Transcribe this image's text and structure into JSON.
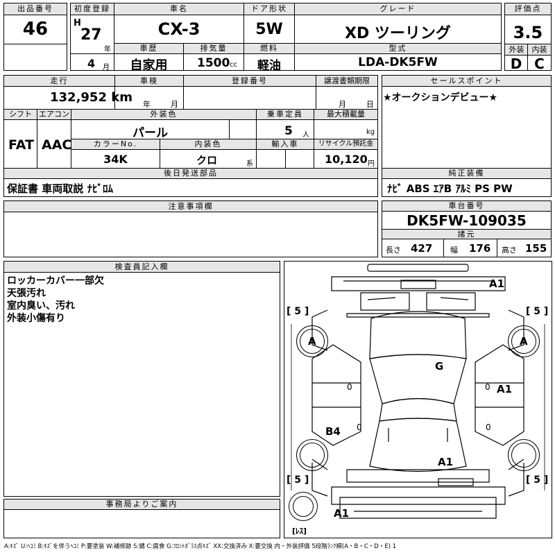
{
  "header": {
    "lot_label": "出品番号",
    "lot": "46",
    "reg_label": "初度登録",
    "era": "H",
    "year": "27",
    "year_unit": "年",
    "month": "4",
    "month_unit": "月",
    "name_label": "車名",
    "name": "CX-3",
    "door_label": "ドア形状",
    "door": "5W",
    "grade_label": "グレード",
    "grade": "XD ツーリング",
    "score_label": "評価点",
    "score": "3.5",
    "history_label": "車歴",
    "history": "自家用",
    "disp_label": "排気量",
    "disp": "1500",
    "disp_unit": "cc",
    "fuel_label": "燃料",
    "fuel": "軽油",
    "model_label": "型式",
    "model": "LDA-DK5FW",
    "ext_label": "外装",
    "ext": "D",
    "int_label": "内装",
    "int": "C"
  },
  "mid": {
    "mileage_label": "走行",
    "mileage": "132,952 km",
    "inspection_label": "車検",
    "insp_year": "年",
    "insp_month": "月",
    "plate_label": "登録番号",
    "deadline_label": "譲渡書類期限",
    "dl_month": "月",
    "dl_day": "日",
    "sales_label": "セールスポイント",
    "sales": "★オークションデビュー★",
    "shift_label": "シフト",
    "shift": "FAT",
    "ac_label": "エアコン",
    "ac": "AAC",
    "color_label": "外装色",
    "color": "パール",
    "cap_label": "乗車定員",
    "cap": "5",
    "cap_unit": "人",
    "load_label": "最大積載量",
    "load_unit": "kg",
    "colorno_label": "カラーNo.",
    "colorno": "34K",
    "intcolor_label": "内装色",
    "intcolor": "クロ",
    "intcolor_unit": "系",
    "import_label": "輸入車",
    "recycle_label": "リサイクル預託金",
    "recycle": "10,120",
    "recycle_unit": "円",
    "parts_label": "後日発送部品",
    "parts": "保証書 車両取説 ﾅﾋﾞﾛﾑ",
    "equip_label": "純正装備",
    "equip": "ﾅﾋﾞ ABS ｴｱB ｱﾙﾐ PS PW",
    "notes_label": "注意事項欄",
    "chassis_label": "車台番号",
    "chassis": "DK5FW-109035",
    "spec_label": "諸元",
    "len_label": "長さ",
    "len": "427",
    "wid_label": "幅",
    "wid": "176",
    "hgt_label": "高さ",
    "hgt": "155"
  },
  "inspector": {
    "label": "検査員記入欄",
    "lines": [
      "ロッカーカバー一部欠",
      "天張汚れ",
      "室内臭い、汚れ",
      "外装小傷有り"
    ]
  },
  "office": {
    "label": "事務局よりご案内"
  },
  "diagram": {
    "front_bumper": "A1",
    "tire_l": "[ 5 ]",
    "tire_r": "[ 5 ]",
    "wheel_fl": "A",
    "wheel_fr": "A",
    "glass": "G",
    "zero1": "0",
    "zero2": "0",
    "zero3": "0",
    "zero4": "0",
    "right_door": "A1",
    "left_rear": "B4",
    "rear_glass": "A1",
    "tire_rl": "[ 5 ]",
    "tire_rr": "[ 5 ]",
    "rear_bumper": "A1",
    "spare": "[ﾚｽ]"
  },
  "legend": "A:ｷｽﾞ U:ﾍｺﾐ B:ｷｽﾞを伴うﾍｺﾐ P:要塗装 W:補修跡 S:錆 C:腐食 G:ﾌﾛﾝﾄｶﾞﾗｽ点ｷｽﾞ XX:交換済み X:要交換 内・外装評価 5段階ﾗﾝｸ順(A・B・C・D・E) 1"
}
